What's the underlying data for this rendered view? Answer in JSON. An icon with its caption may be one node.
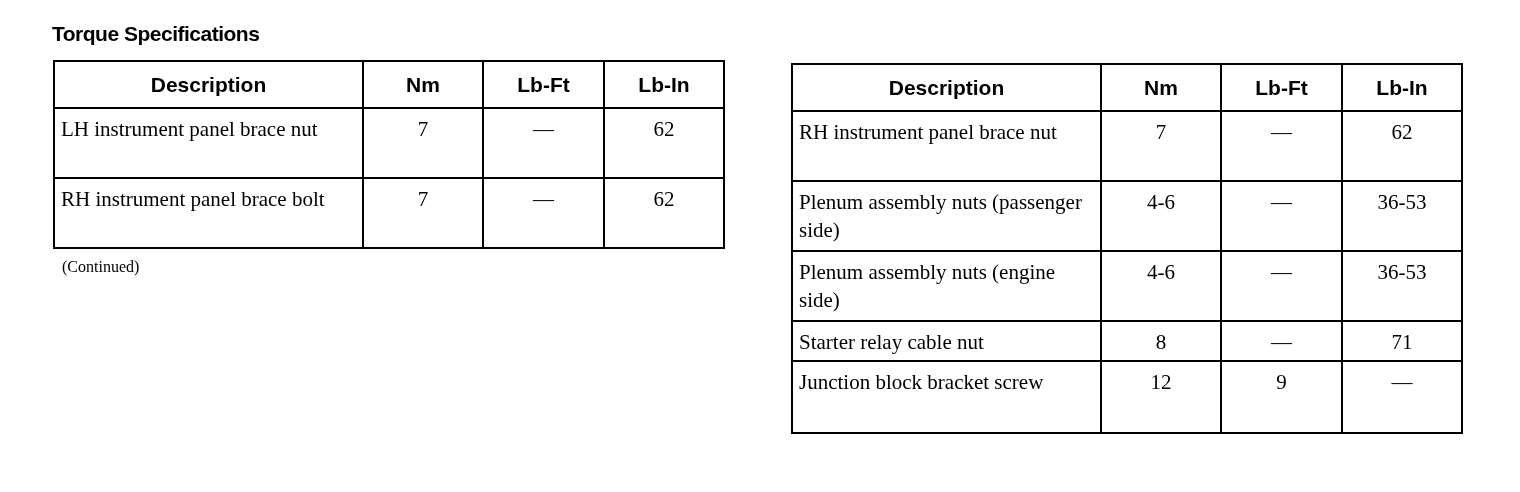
{
  "diagram": {
    "title": "Torque Specifications",
    "labels": [
      "Description",
      "Nm",
      "Lb-Ft",
      "Lb-In",
      "LH instrument panel brace nut",
      "7",
      "—",
      "62",
      "RH instrument panel brace bolt",
      "7",
      "—",
      "62",
      "(Continued)",
      "Description",
      "Nm",
      "Lb-Ft",
      "Lb-In",
      "RH instrument panel brace nut",
      "7",
      "—",
      "62",
      "Plenum assembly nuts (passenger side)",
      "4-6",
      "—",
      "36-53",
      "Plenum assembly nuts (engine side)",
      "4-6",
      "—",
      "36-53",
      "Starter relay cable nut",
      "8",
      "—",
      "71",
      "Junction block bracket screw",
      "12",
      "9",
      "—"
    ]
  }
}
